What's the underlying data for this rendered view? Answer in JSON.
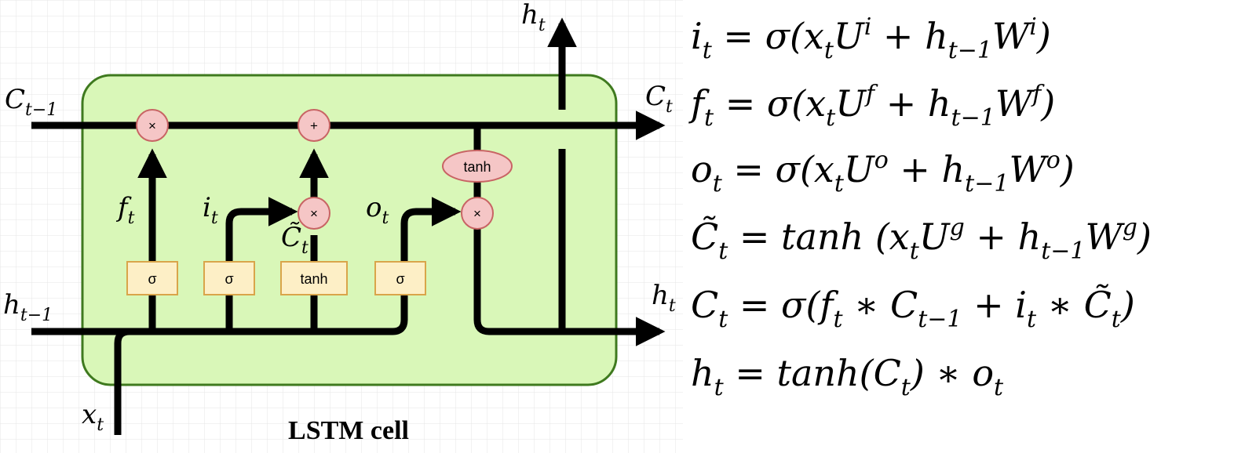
{
  "diagram": {
    "title": "LSTM cell",
    "inputs": {
      "c_prev": {
        "base": "C",
        "sub": "t−1"
      },
      "h_prev": {
        "base": "h",
        "sub": "t−1"
      },
      "x": {
        "base": "x",
        "sub": "t"
      }
    },
    "outputs": {
      "c": {
        "base": "C",
        "sub": "t"
      },
      "h_right": {
        "base": "h",
        "sub": "t"
      },
      "h_top": {
        "base": "h",
        "sub": "t"
      }
    },
    "gates": {
      "forget": {
        "base": "f",
        "sub": "t"
      },
      "input": {
        "base": "i",
        "sub": "t"
      },
      "candidate": {
        "base": "C̃",
        "sub": "t"
      },
      "output": {
        "base": "o",
        "sub": "t"
      }
    },
    "ops": {
      "multiply": "×",
      "add": "+",
      "tanh": "tanh",
      "sigmoid": "σ"
    },
    "colors": {
      "cell_fill": "#d9f7b8",
      "cell_stroke": "#3f7a1f",
      "op_fill": "#f5c6c6",
      "op_stroke": "#c86464",
      "layer_fill": "#fdefc6",
      "layer_stroke": "#d9a54a",
      "wire": "#000000",
      "grid": "#e6e6e6"
    }
  },
  "equations": [
    {
      "parts": [
        "i",
        "t",
        " = σ(x",
        "t",
        "U",
        "i",
        " + h",
        "t−1",
        "W",
        "i",
        ")"
      ]
    },
    {
      "parts": [
        "f",
        "t",
        " = σ(x",
        "t",
        "U",
        "f",
        " + h",
        "t−1",
        "W",
        "f",
        ")"
      ]
    },
    {
      "parts": [
        "o",
        "t",
        " = σ(x",
        "t",
        "U",
        "o",
        " + h",
        "t−1",
        "W",
        "o",
        ")"
      ]
    },
    {
      "parts": [
        "C̃",
        "t",
        " = tanh (x",
        "t",
        "U",
        "g",
        " + h",
        "t−1",
        "W",
        "g",
        ")"
      ]
    },
    {
      "parts": [
        "C",
        "t",
        " = σ(f",
        "t",
        " ∗ C",
        "t−1",
        " + i",
        "t",
        " ∗ C̃",
        "t",
        ")"
      ]
    },
    {
      "parts": [
        "h",
        "t",
        " = tanh(C",
        "t",
        ") ∗ o",
        "t"
      ]
    }
  ]
}
